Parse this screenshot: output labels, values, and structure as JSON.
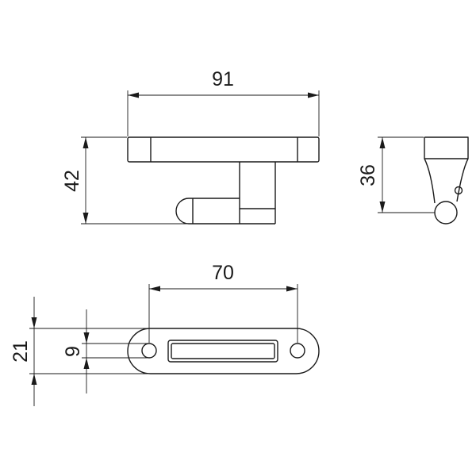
{
  "drawing": {
    "views": [
      "front-view",
      "side-view",
      "plan-view"
    ],
    "dimensions": {
      "overall_width": "91",
      "overall_height": "42",
      "side_height": "36",
      "hole_spacing": "70",
      "plate_height": "21",
      "hole_diameter": "9"
    }
  }
}
